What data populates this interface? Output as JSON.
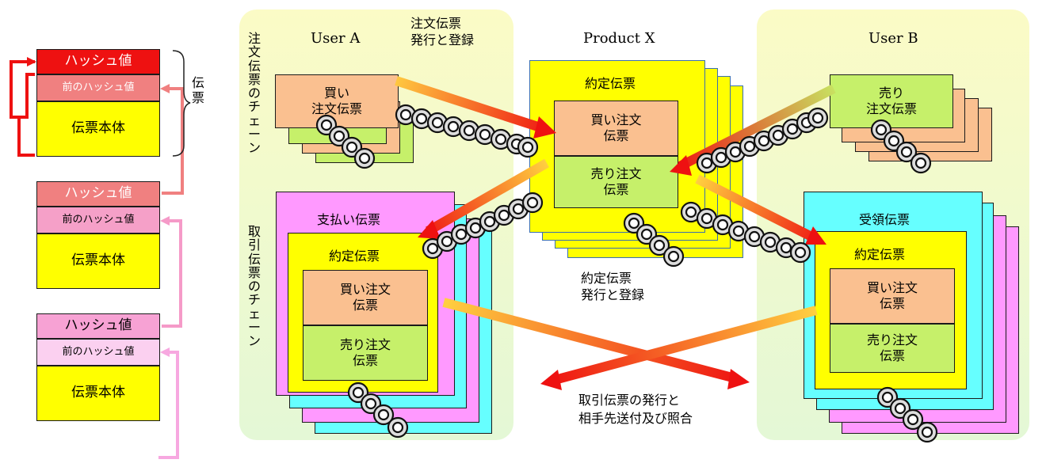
{
  "legend": {
    "block1": {
      "hash": "ハッシュ値",
      "prev": "前のハッシュ値",
      "body": "伝票本体"
    },
    "block2": {
      "hash": "ハッシュ値",
      "prev": "前のハッシュ値",
      "body": "伝票本体"
    },
    "block3": {
      "hash": "ハッシュ値",
      "prev": "前のハッシュ値",
      "body": "伝票本体"
    },
    "brace_label": "伝\n票"
  },
  "user_a": {
    "title": "User A",
    "order_issue_label": "注文伝票\n発行と登録",
    "order_chain_label": "注\n文\n伝\n票\nの\nチ\nェ\nー\nン",
    "trade_chain_label": "取\n引\n伝\n票\nの\nチ\nェ\nー\nン",
    "buy_order": "買い\n注文伝票",
    "payment_slip": "支払い伝票",
    "contract_slip": "約定伝票",
    "buy_order_inner": "買い注文\n伝票",
    "sell_order_inner": "売り注文\n伝票"
  },
  "product_x": {
    "title": "Product X",
    "contract_slip": "約定伝票",
    "buy_order": "買い注文\n伝票",
    "sell_order": "売り注文\n伝票",
    "issue_label": "約定伝票\n発行と登録"
  },
  "user_b": {
    "title": "User B",
    "sell_order": "売り\n注文伝票",
    "receipt_slip": "受領伝票",
    "contract_slip": "約定伝票",
    "buy_order_inner": "買い注文\n伝票",
    "sell_order_inner": "売り注文\n伝票"
  },
  "exchange_label": "取引伝票の発行と\n相手先送付及び照合",
  "colors": {
    "hash_red": "#ee1111",
    "prev_salmon": "#f08080",
    "yellow": "#ffff00",
    "orange_slip": "#fac090",
    "green_slip": "#c6f06a",
    "pink_slip": "#ff99ff",
    "cyan_slip": "#66ffff",
    "panel_yellow": "#fbfbc8",
    "panel_green": "#e2f8d4"
  }
}
